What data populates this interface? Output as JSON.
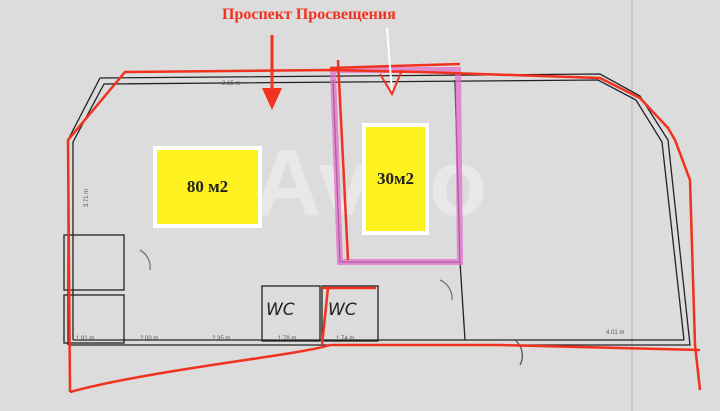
{
  "street_label": "Проспект Просвещения",
  "rooms": [
    {
      "label": "80 м2"
    },
    {
      "label": "30м2"
    }
  ],
  "wc_labels": [
    "WC",
    "WC"
  ],
  "dimensions": [
    "2.15 m",
    "3.71 m",
    "1.91 m",
    "2.00 m",
    "2.35 m",
    "1.78 m",
    "1.74 m",
    "4.01 m"
  ],
  "watermark": "Avito",
  "colors": {
    "annotation": "#f0321e",
    "highlight": "#e070c8",
    "room_label": "#fdf21f",
    "background": "#dcdcdc"
  }
}
